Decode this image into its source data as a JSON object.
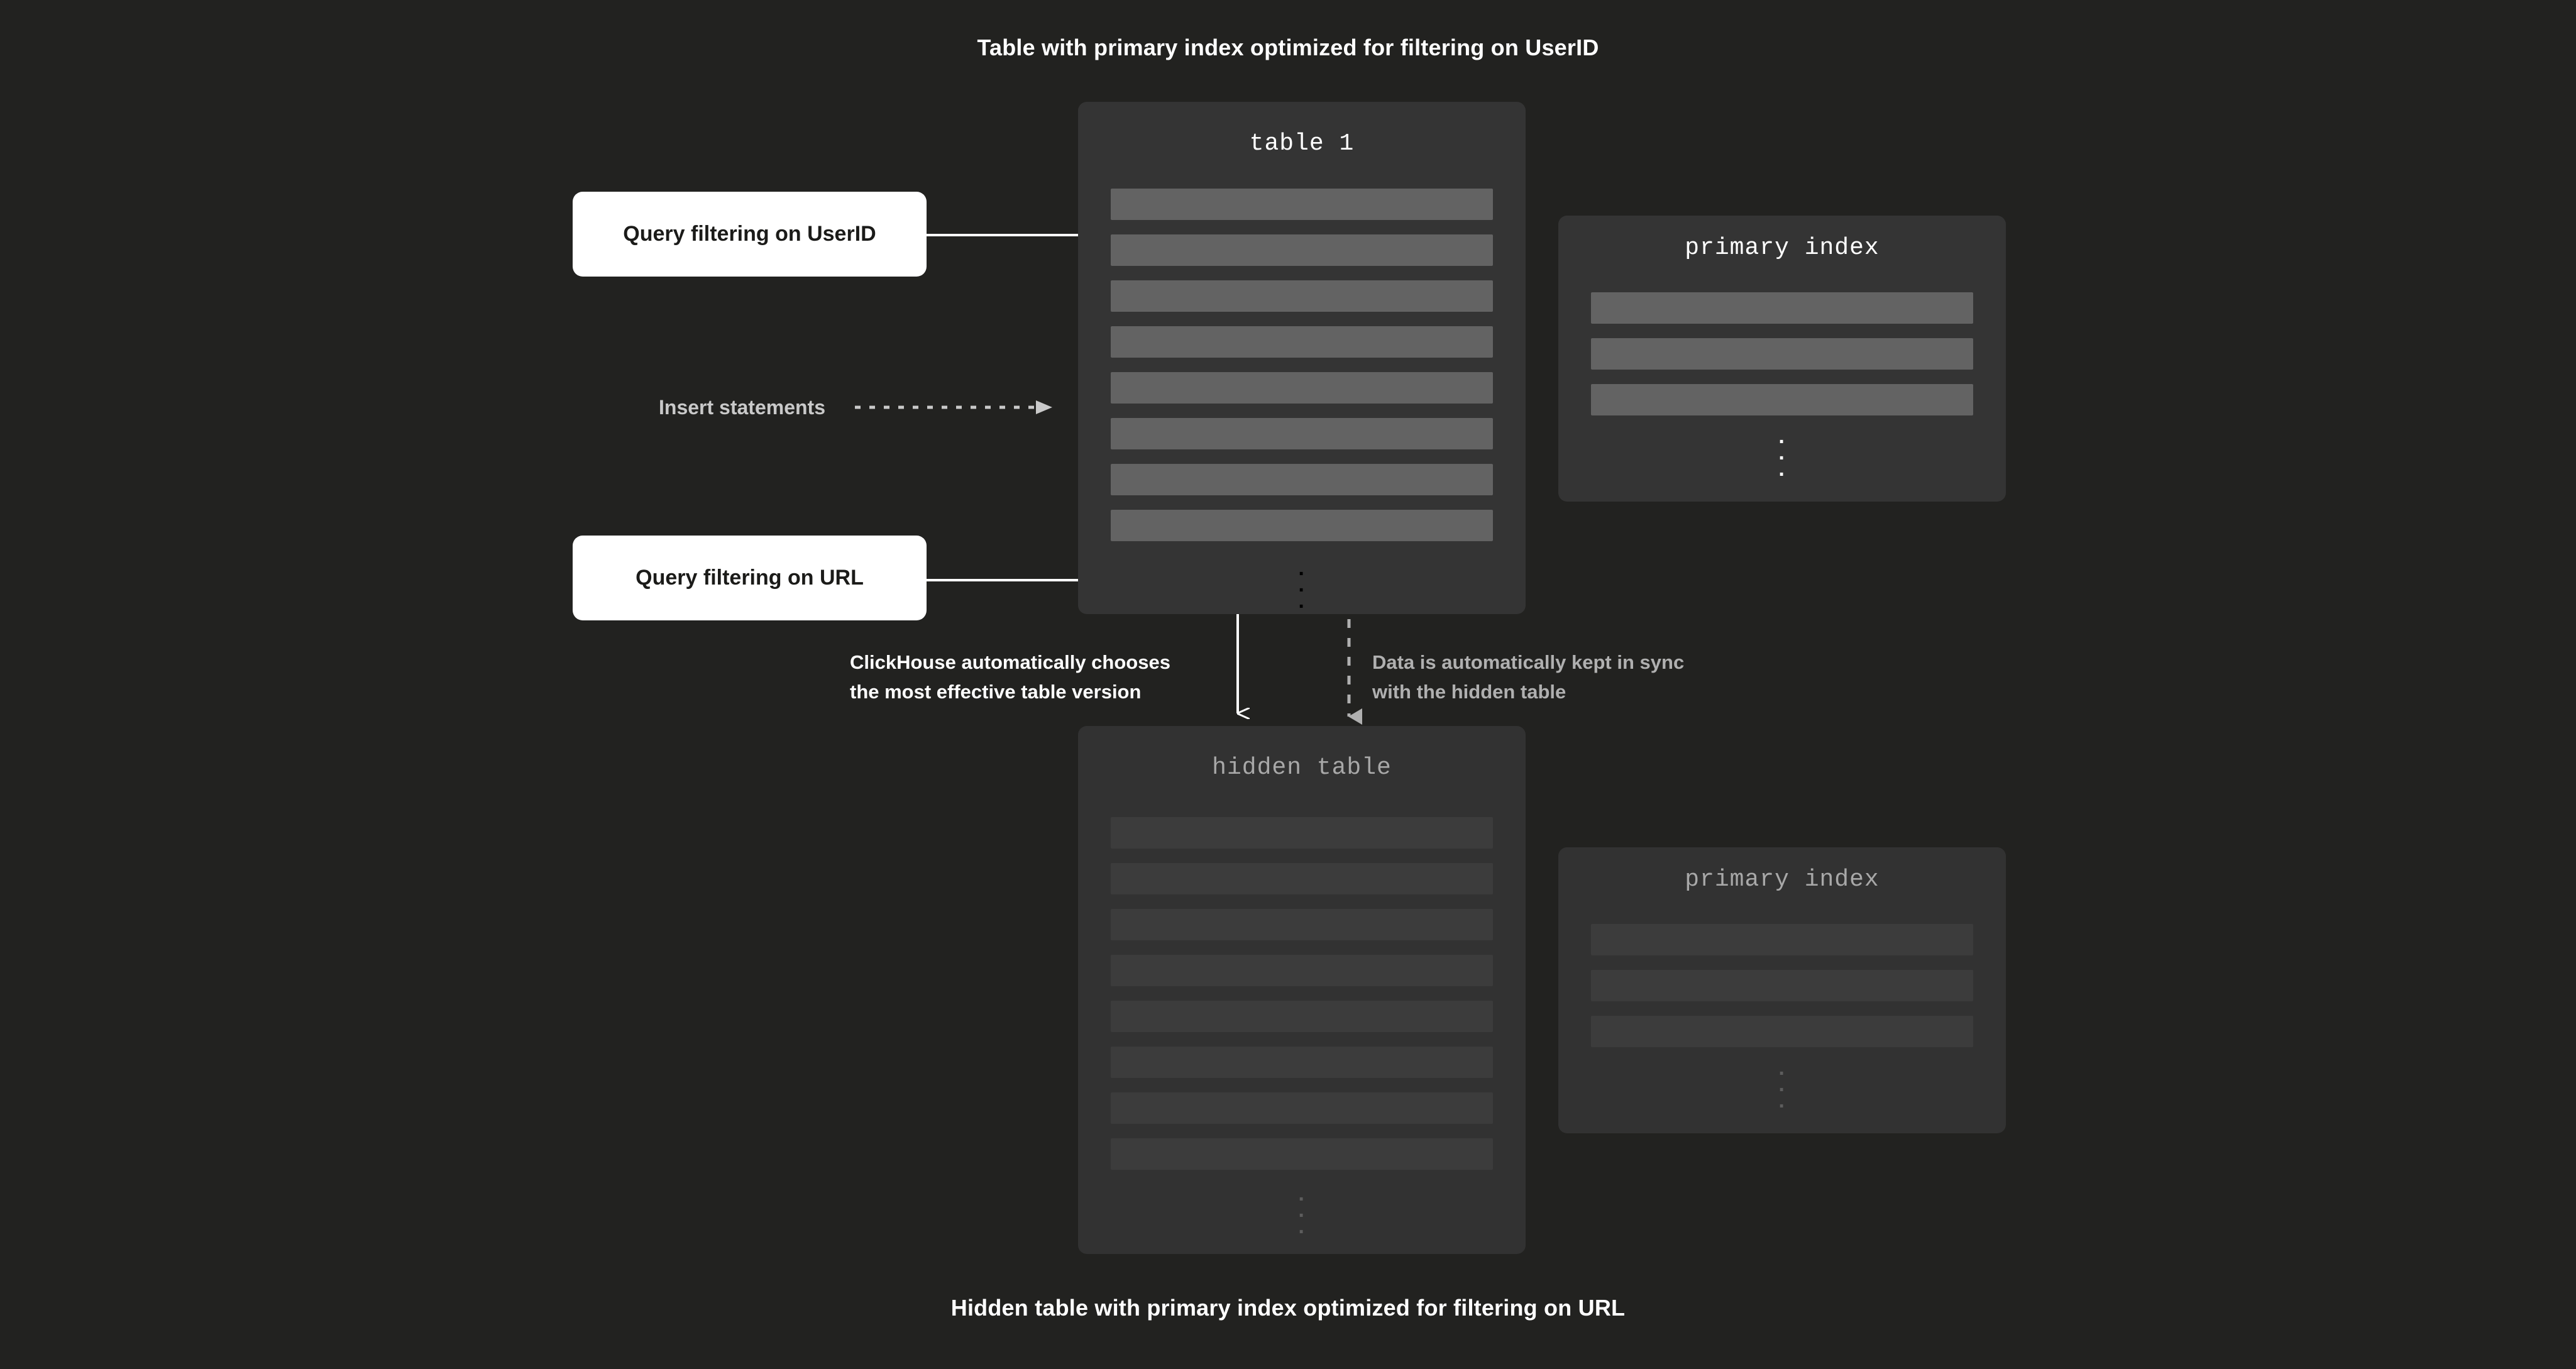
{
  "captions": {
    "top": "Table with primary index optimized for filtering on UserID",
    "bottom": "Hidden table with primary index optimized for filtering on URL"
  },
  "tables": {
    "main": {
      "title": "table 1",
      "row_count": 8,
      "ellipsis": "⋮",
      "index": {
        "title": "primary index",
        "row_count": 3,
        "ellipsis": "⋮"
      }
    },
    "hidden": {
      "title": "hidden table",
      "row_count": 8,
      "ellipsis": "⋮",
      "index": {
        "title": "primary index",
        "row_count": 3,
        "ellipsis": "⋮"
      }
    }
  },
  "queries": {
    "userid": "Query filtering on UserID",
    "url": "Query filtering on URL"
  },
  "labels": {
    "insert": "Insert statements",
    "choose_line1": "ClickHouse automatically chooses",
    "choose_line2": "the most effective table version",
    "sync_line1": "Data is automatically kept in sync",
    "sync_line2": "with the hidden table"
  },
  "colors": {
    "background": "#222220",
    "panel": "#343434",
    "panel_dim": "#323232",
    "row_bar": "#636363",
    "row_bar_dim": "#3c3c3c",
    "query_box": "#ffffff",
    "query_text": "#1b1b19",
    "text_primary": "#ffffff",
    "text_muted": "#b0b0b0",
    "connector": "#ffffff",
    "connector_dashed": "#b0b0b0"
  }
}
